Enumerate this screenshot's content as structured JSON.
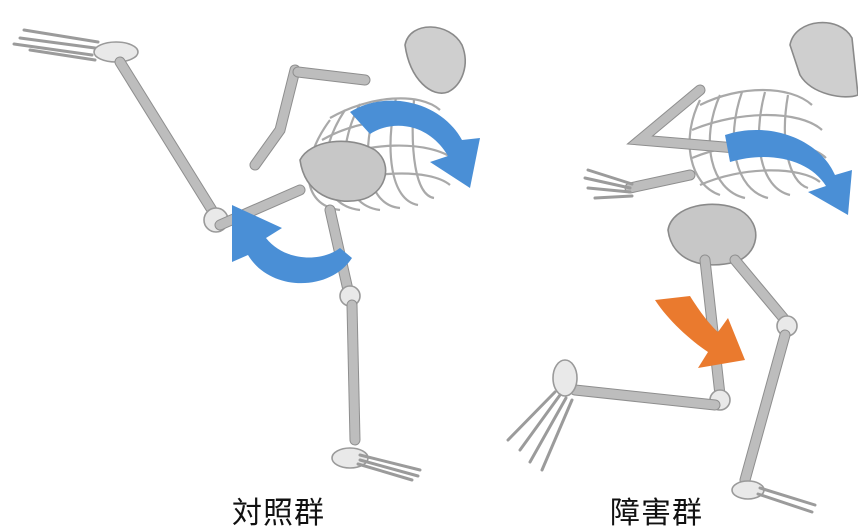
{
  "captions": {
    "control_group": "対照群",
    "disorder_group": "障害群"
  },
  "colors": {
    "rotation_arrow": "#4a8fd6",
    "knee_arrow": "#ea7a2e",
    "bone_fill": "#e9e9e9",
    "bone_outline": "#9a9a9a"
  },
  "figures": [
    {
      "group_label": "対照群",
      "arrows": [
        "blue-rotation-arrow",
        "blue-rotation-arrow"
      ]
    },
    {
      "group_label": "障害群",
      "arrows": [
        "blue-rotation-arrow",
        "orange-knee-arrow"
      ]
    }
  ]
}
